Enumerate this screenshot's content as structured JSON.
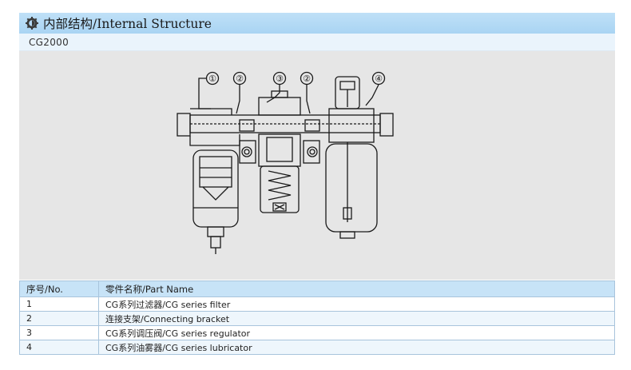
{
  "header": {
    "title": "内部结构/Internal Structure",
    "icon": "gear-icon"
  },
  "model": "CG2000",
  "drawing": {
    "callouts": [
      "①",
      "②",
      "③",
      "②",
      "④"
    ]
  },
  "table": {
    "columns": [
      "序号/No.",
      "零件名称/Part Name"
    ],
    "rows": [
      {
        "no": "1",
        "name": "CG系列过滤器/CG series filter"
      },
      {
        "no": "2",
        "name": "连接支架/Connecting bracket"
      },
      {
        "no": "3",
        "name": "CG系列调压阀/CG series regulator"
      },
      {
        "no": "4",
        "name": "CG系列油雾器/CG series lubricator"
      }
    ]
  },
  "colors": {
    "header_bg": "#b4d9f5",
    "drawing_bg": "#e6e6e6",
    "table_header_bg": "#c7e3f7",
    "line": "#1a1a1a"
  }
}
